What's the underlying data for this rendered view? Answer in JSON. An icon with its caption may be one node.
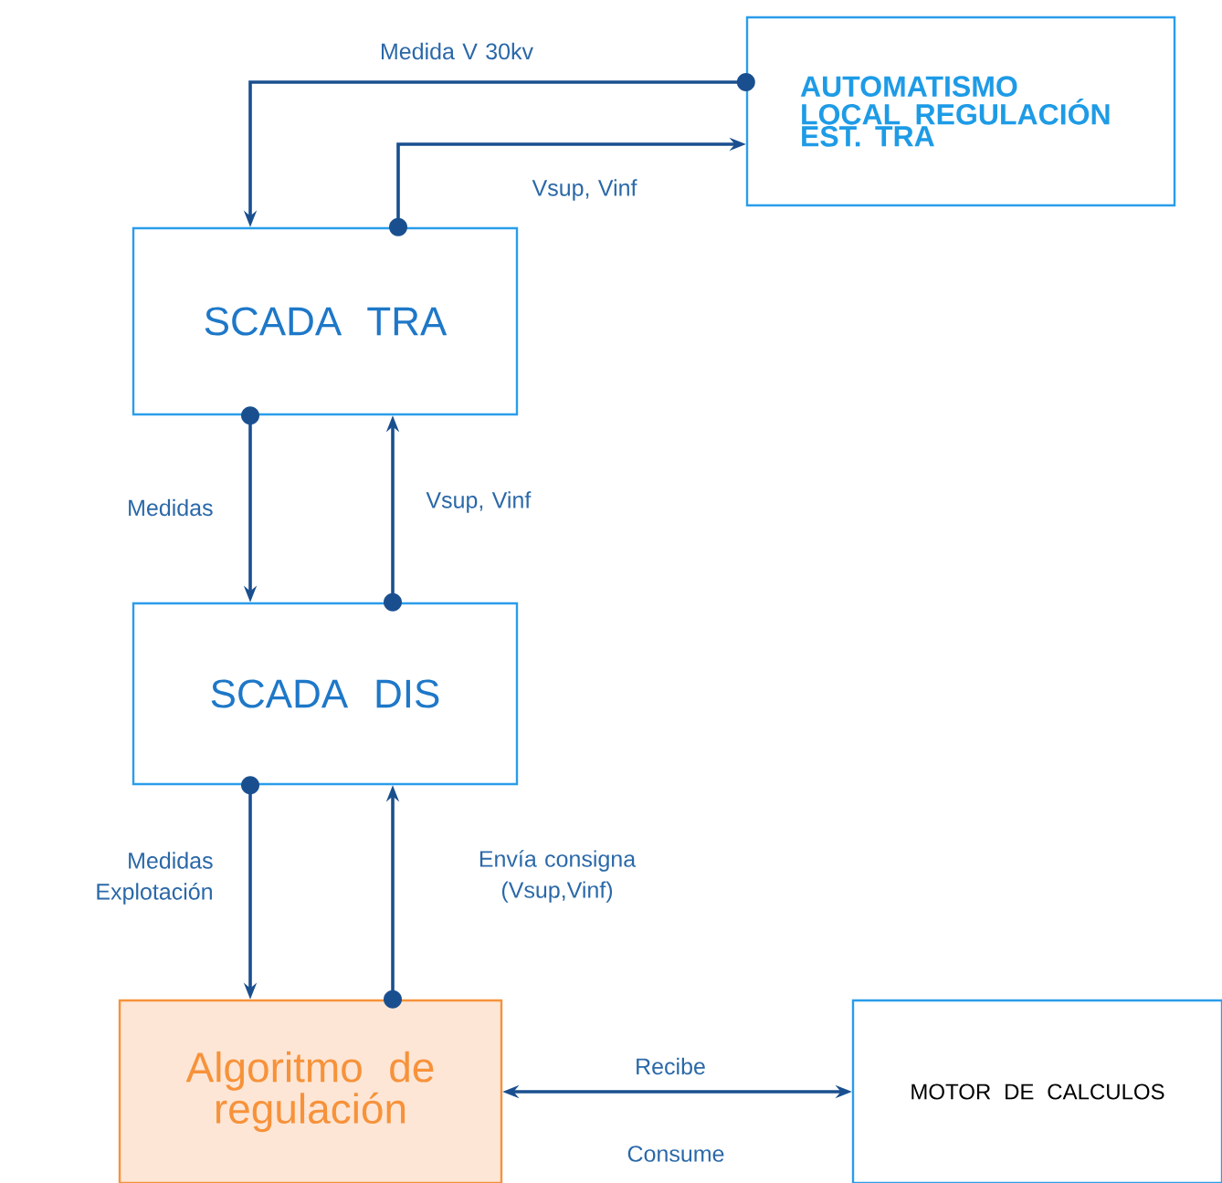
{
  "diagram": {
    "nodes": [
      {
        "text": [
          "AUTOMATISMO LOCAL REGULACIÓN EST. TRA"
        ]
      },
      {
        "text": [
          "SCADA TRA"
        ]
      },
      {
        "text": [
          "SCADA DIS"
        ]
      },
      {
        "text": [
          "Algoritmo de regulación"
        ]
      },
      {
        "text": [
          "MOTOR DE CALCULOS"
        ]
      }
    ],
    "edges": [
      {
        "from": 0,
        "to": 1,
        "arrow": "to",
        "label": "Medida V 30kv"
      },
      {
        "from": 1,
        "to": 0,
        "arrow": "to",
        "label": "Vsup, Vinf"
      },
      {
        "from": 1,
        "to": 2,
        "arrow": "to",
        "label": "Medidas"
      },
      {
        "from": 2,
        "to": 1,
        "arrow": "to",
        "label": "Vsup, Vinf"
      },
      {
        "from": 2,
        "to": 3,
        "arrow": "to",
        "label": "Medidas Explotación"
      },
      {
        "from": 3,
        "to": 2,
        "arrow": "to",
        "label": "Envía consigna (Vsup,Vinf)"
      },
      {
        "from": 3,
        "to": 4,
        "arrow": "both",
        "label": "Recibe"
      }
    ],
    "labels": [
      "Consume"
    ]
  }
}
